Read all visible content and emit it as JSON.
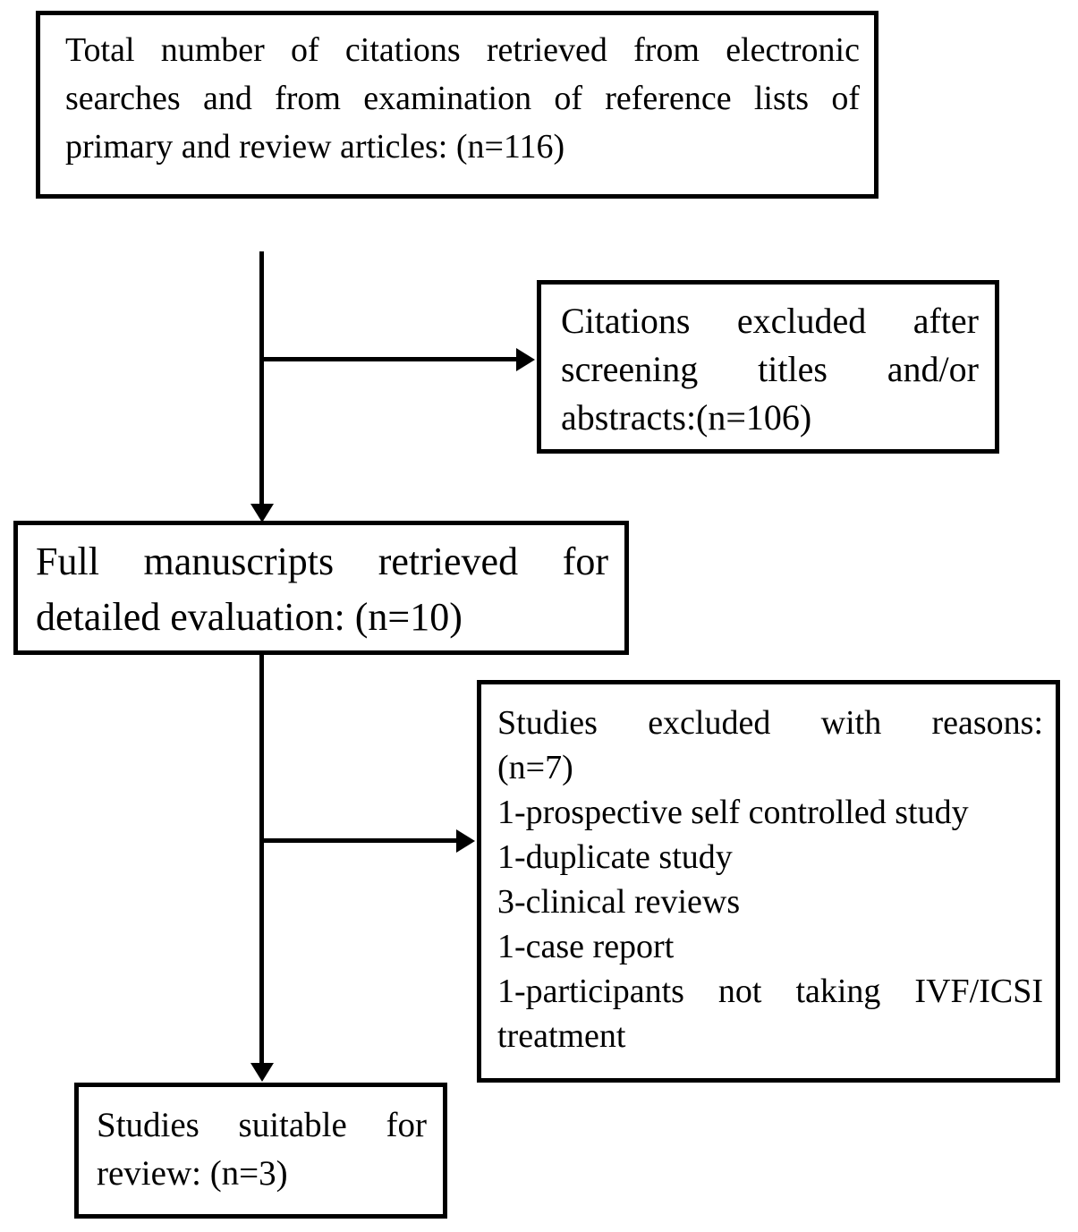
{
  "diagram": {
    "colors": {
      "background": "#ffffff",
      "border": "#000000",
      "text": "#000000",
      "arrow": "#000000"
    },
    "boxes": {
      "total_citations": {
        "lines": [
          "Total number of citations retrieved from electronic",
          "searches and from examination of reference lists of",
          "primary and review articles: (n=116)"
        ]
      },
      "citations_excluded": {
        "lines": [
          "Citations excluded after",
          "screening titles and/or",
          "abstracts:(n=106)"
        ]
      },
      "full_manuscripts": {
        "lines": [
          "Full manuscripts retrieved for",
          "detailed evaluation: (n=10)"
        ]
      },
      "studies_excluded": {
        "lines": [
          "Studies excluded with reasons:",
          "(n=7)",
          "1-prospective self controlled study",
          "1-duplicate study",
          "3-clinical reviews",
          "1-case report",
          "1-participants not taking IVF/ICSI",
          "treatment"
        ]
      },
      "studies_suitable": {
        "lines": [
          "Studies suitable for",
          "review: (n=3)"
        ]
      }
    }
  }
}
